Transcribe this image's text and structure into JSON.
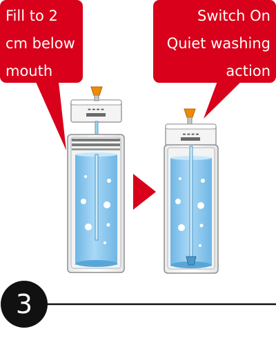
{
  "callout_left": {
    "lines": [
      "Fill to 2",
      "cm below",
      "mouth"
    ]
  },
  "callout_right": {
    "lines": [
      "Switch On",
      "Quiet washing",
      "action"
    ]
  },
  "step": {
    "number": "3"
  },
  "colors": {
    "callout_red": "#d8001a",
    "water_blue": "#7ec5ec",
    "water_light": "#b4defa",
    "orange_tip": "#f08a00",
    "step_circle": "#111111"
  }
}
